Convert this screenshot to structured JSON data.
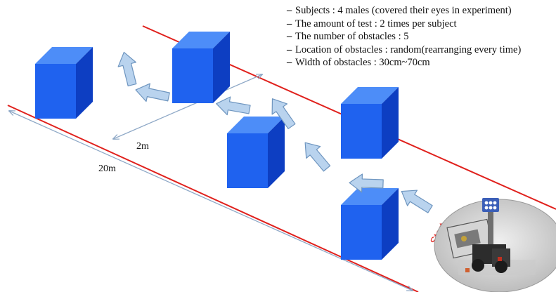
{
  "notes": [
    "Subjects : 4 males (covered their eyes in experiment)",
    "The amount of test : 2 times per subject",
    "The number of obstacles : 5",
    "Location of obstacles : random(rearranging every time)",
    "Width of obstacles : 30cm~70cm"
  ],
  "labels": {
    "width": "2m",
    "length": "20m",
    "start": "Start"
  },
  "colors": {
    "boundary": "#e0201c",
    "cube_front": "#1f62ef",
    "cube_side": "#0d3ec2",
    "cube_top": "#4d8df8",
    "arrow_fill": "#b9d3ee",
    "arrow_stroke": "#6e95bf",
    "dimension": "#8fa9c7",
    "start": "#e0201c"
  },
  "obstacle_count": 5,
  "icons": [
    "cube-obstacle",
    "direction-arrow",
    "walking-robot-photo"
  ]
}
